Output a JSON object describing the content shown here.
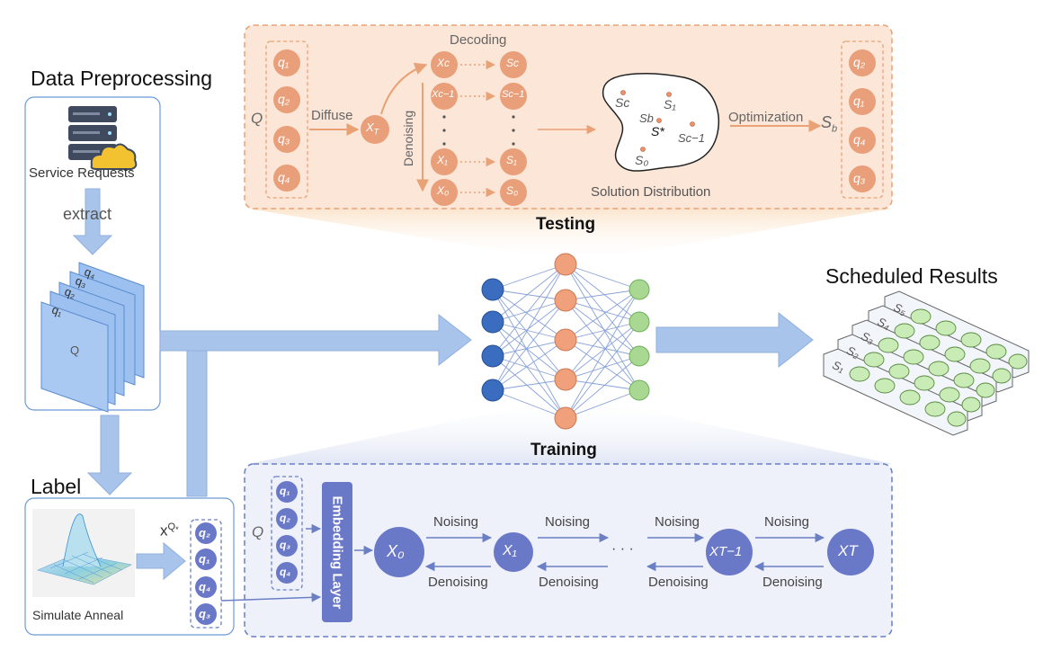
{
  "titles": {
    "data_preprocessing": "Data Preprocessing",
    "label": "Label",
    "scheduled_results": "Scheduled Results",
    "testing": "Testing",
    "training": "Training"
  },
  "preprocess": {
    "service_requests": "Service Requests",
    "extract": "extract",
    "sheets": [
      "q₄",
      "q₃",
      "q₂",
      "q₁"
    ],
    "sheet_main": "Q"
  },
  "label_panel": {
    "simulate_anneal": "Simulate Anneal",
    "x_label": "x",
    "x_sup": "Q",
    "x_sub": "*",
    "queue": [
      "q₂",
      "q₁",
      "q₄",
      "q₃"
    ]
  },
  "testing": {
    "q_label": "Q",
    "input_queue": [
      "q₁",
      "q₂",
      "q₃",
      "q₄"
    ],
    "diffuse": "Diffuse",
    "xt": "X",
    "xt_sub": "T",
    "decoding": "Decoding",
    "denoising": "Denoising",
    "x_col": [
      "Xc",
      "Xc−1",
      "X₁",
      "X₀"
    ],
    "s_col": [
      "Sc",
      "Sc−1",
      "S₁",
      "S₀"
    ],
    "dist_labels": [
      "Sc",
      "S₁",
      "Sb",
      "S*",
      "Sc−1",
      "S₀"
    ],
    "solution_distribution": "Solution Distribution",
    "optimization": "Optimization",
    "sb": "S",
    "sb_sub": "b",
    "output_queue": [
      "q₂",
      "q₁",
      "q₄",
      "q₃"
    ]
  },
  "training": {
    "q_label": "Q",
    "queue": [
      "q₁",
      "q₂",
      "q₃",
      "q₄"
    ],
    "embedding_layer": "Embedding Layer",
    "nodes": [
      "X₀",
      "X₁",
      "XT−1",
      "XT"
    ],
    "noising": "Noising",
    "denoising": "Denoising",
    "dots": "· · ·"
  },
  "results": {
    "rows": [
      "S₅",
      "S₄",
      "S₃",
      "S₂",
      "S₁"
    ]
  },
  "colors": {
    "orange_panel": "#fbe6d7",
    "orange_border": "#e9a276",
    "orange_node": "#e9a07a",
    "blue_panel": "#eef1fa",
    "blue_border": "#6a7fc4",
    "blue_node": "#6a78c8",
    "arrow_blue": "#a9c4ea",
    "nn_blue": "#3a6cc0",
    "nn_green": "#a9d892"
  }
}
